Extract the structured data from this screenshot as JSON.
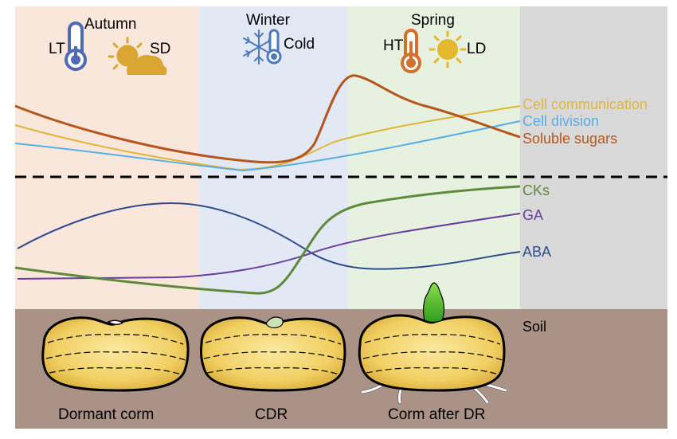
{
  "seasons": {
    "autumn": {
      "label": "Autumn",
      "temp": "LT",
      "day": "SD"
    },
    "winter": {
      "label": "Winter",
      "temp": "Cold"
    },
    "spring": {
      "label": "Spring",
      "temp": "HT",
      "day": "LD"
    }
  },
  "upper_curves": {
    "cell_communication": "Cell communication",
    "cell_division": "Cell division",
    "soluble_sugars": "Soluble sugars"
  },
  "lower_curves": {
    "cks": "CKs",
    "ga": "GA",
    "aba": "ABA"
  },
  "soil_label": "Soil",
  "corms": {
    "dormant": "Dormant corm",
    "cdr": "CDR",
    "after_dr": "Corm after DR"
  },
  "colors": {
    "autumn_bg": "#f9e7dc",
    "winter_bg": "#e3e8f5",
    "spring_bg": "#e7f1df",
    "gray_bg": "#d9d9d9",
    "soil": "#aa9386",
    "cell_communication": "#e0b63b",
    "cell_division": "#5aaee6",
    "soluble_sugars": "#b5561d",
    "cks": "#5f8a3a",
    "ga": "#6b3d9e",
    "aba": "#2f4b8f",
    "corm": "#f2d270",
    "sprout": "#4dbb2c"
  }
}
